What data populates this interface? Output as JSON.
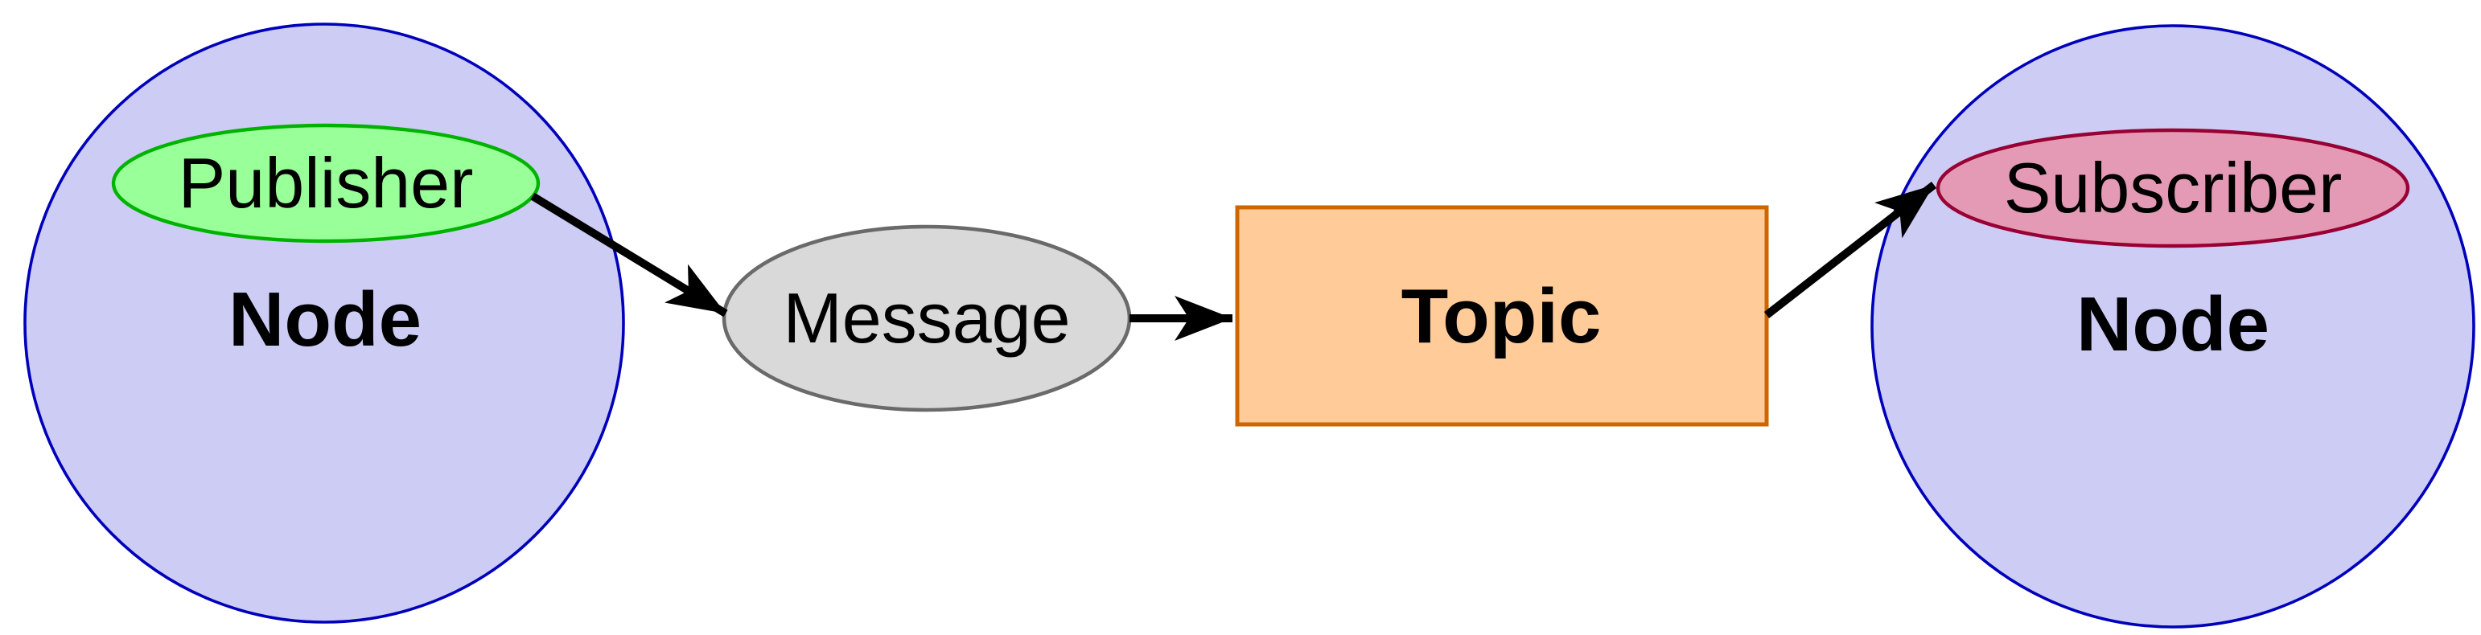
{
  "diagram": {
    "kind": "publish-subscribe flow diagram",
    "left_node": {
      "label": "Node",
      "shape": "circle",
      "contains": "Publisher"
    },
    "publisher": {
      "label": "Publisher",
      "shape": "ellipse"
    },
    "message": {
      "label": "Message",
      "shape": "ellipse"
    },
    "topic": {
      "label": "Topic",
      "shape": "rectangle"
    },
    "right_node": {
      "label": "Node",
      "shape": "circle",
      "contains": "Subscriber"
    },
    "subscriber": {
      "label": "Subscriber",
      "shape": "ellipse"
    },
    "connections": [
      {
        "from": "Publisher",
        "to": "Message"
      },
      {
        "from": "Message",
        "to": "Topic"
      },
      {
        "from": "Topic",
        "to": "Subscriber"
      }
    ]
  },
  "colors": {
    "background": "#ffffff",
    "node_fill": "#ccccf5",
    "node_border": "#0000bb",
    "publisher_fill": "#99ff99",
    "publisher_border": "#00b300",
    "subscriber_fill": "#e49ab4",
    "subscriber_border": "#990033",
    "message_fill": "#d9d9d9",
    "message_border": "#6a6a6a",
    "topic_fill": "#ffcc99",
    "topic_border": "#cc6600",
    "arrow": "#000000",
    "text": "#000000"
  }
}
